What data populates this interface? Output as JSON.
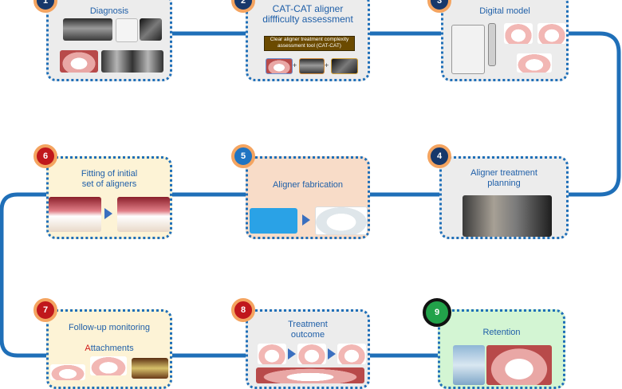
{
  "colors": {
    "connector": "#1f6fb8",
    "box_grey": "#ececec",
    "box_cream": "#fdf3d6",
    "box_peach": "#f8dcc8",
    "box_green": "#d3f5d3"
  },
  "steps": [
    {
      "num": "1",
      "title": "Diagnosis",
      "badge": "navy"
    },
    {
      "num": "2",
      "title_line1": "CAT-CAT aligner",
      "title_line2": "diffficulty assessment",
      "tool_line1": "Clear aligner treatment complexity",
      "tool_line2": "assessment tool (CAT-CAT)",
      "plus": "+"
    },
    {
      "num": "3",
      "title": "Digital model"
    },
    {
      "num": "4",
      "title_line1": "Aligner treatment",
      "title_line2": "planning"
    },
    {
      "num": "5",
      "title": "Aligner fabrication"
    },
    {
      "num": "6",
      "title_line1": "Fitting of initial",
      "title_line2": "set of aligners"
    },
    {
      "num": "7",
      "title": "Follow-up monitoring",
      "sub_first": "A",
      "sub_rest": "ttachments"
    },
    {
      "num": "8",
      "title_line1": "Treatment",
      "title_line2": "outcome"
    },
    {
      "num": "9",
      "title": "Retention"
    }
  ]
}
